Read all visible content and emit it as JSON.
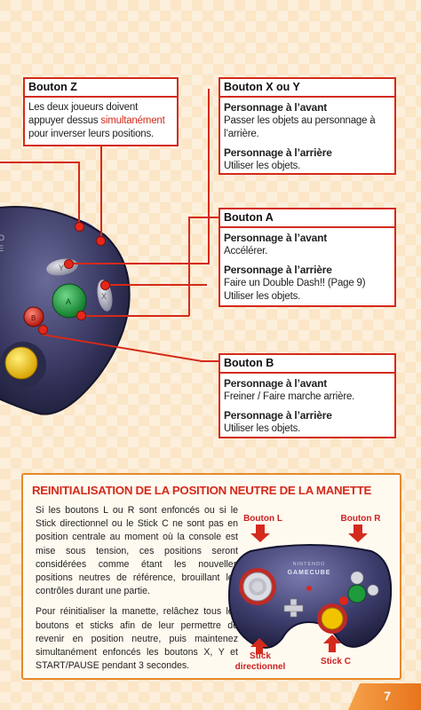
{
  "bouton_z": {
    "title": "Bouton Z",
    "text_before": "Les deux joueurs doivent appuyer dessus ",
    "text_highlight": "simultanément",
    "text_after": " pour inverser leurs positions."
  },
  "bouton_xy": {
    "title": "Bouton X ou Y",
    "front_heading": "Personnage à l’avant",
    "front_text": "Passer les objets au personnage à l’arrière.",
    "back_heading": "Personnage à l’arrière",
    "back_text": "Utiliser les objets."
  },
  "bouton_a": {
    "title": "Bouton A",
    "front_heading": "Personnage à l’avant",
    "front_text": "Accélérer.",
    "back_heading": "Personnage à l’arrière",
    "back_text_1": "Faire un Double Dash!! (Page 9)",
    "back_text_2": "Utiliser les objets."
  },
  "bouton_b": {
    "title": "Bouton B",
    "front_heading": "Personnage à l’avant",
    "front_text": "Freiner / Faire marche arrière.",
    "back_heading": "Personnage à l’arrière",
    "back_text": "Utiliser les objets."
  },
  "controller_buttons": {
    "y": "Y",
    "x": "X",
    "a": "A",
    "b": "B"
  },
  "reset_panel": {
    "title": "REINITIALISATION DE LA POSITION NEUTRE DE LA MANETTE",
    "paragraph_1": "Si les boutons L ou R sont enfoncés ou si le Stick directionnel ou le Stick C ne sont pas en position centrale au moment où la console est mise sous tension, ces positions seront considérées comme étant les nouvelles positions neutres de référence, brouillant les contrôles durant une partie.",
    "paragraph_2": "Pour réinitialiser la manette, relâchez tous les boutons et sticks afin de leur permettre de revenir en position neutre, puis maintenez simultanément enfoncés les boutons X, Y et START/PAUSE pendant 3 secondes.",
    "label_l": "Bouton L",
    "label_r": "Bouton R",
    "label_stick": "Stick directionnel",
    "label_c": "Stick C",
    "brand_1": "NINTENDO",
    "brand_2": "GAMECUBE"
  },
  "page_number": "7",
  "colors": {
    "accent_red": "#d42a1c",
    "panel_border": "#e58a2a",
    "controller_body": "#34335a",
    "button_a": "#1f9a3c",
    "button_b": "#e0251b",
    "c_stick": "#f2c400"
  }
}
